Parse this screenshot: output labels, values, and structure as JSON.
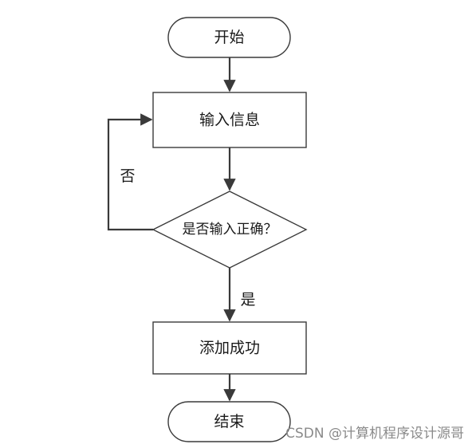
{
  "nodes": {
    "start": "开始",
    "input": "输入信息",
    "decision": "是否输入正确？",
    "add": "添加成功",
    "end": "结束"
  },
  "edges": {
    "no_label": "否",
    "yes_label": "是"
  },
  "watermark": "CSDN @计算机程序设计源哥",
  "colors": {
    "stroke": "#3a3a3a",
    "text": "#1a1a1a",
    "watermark": "#8a8a8a"
  }
}
